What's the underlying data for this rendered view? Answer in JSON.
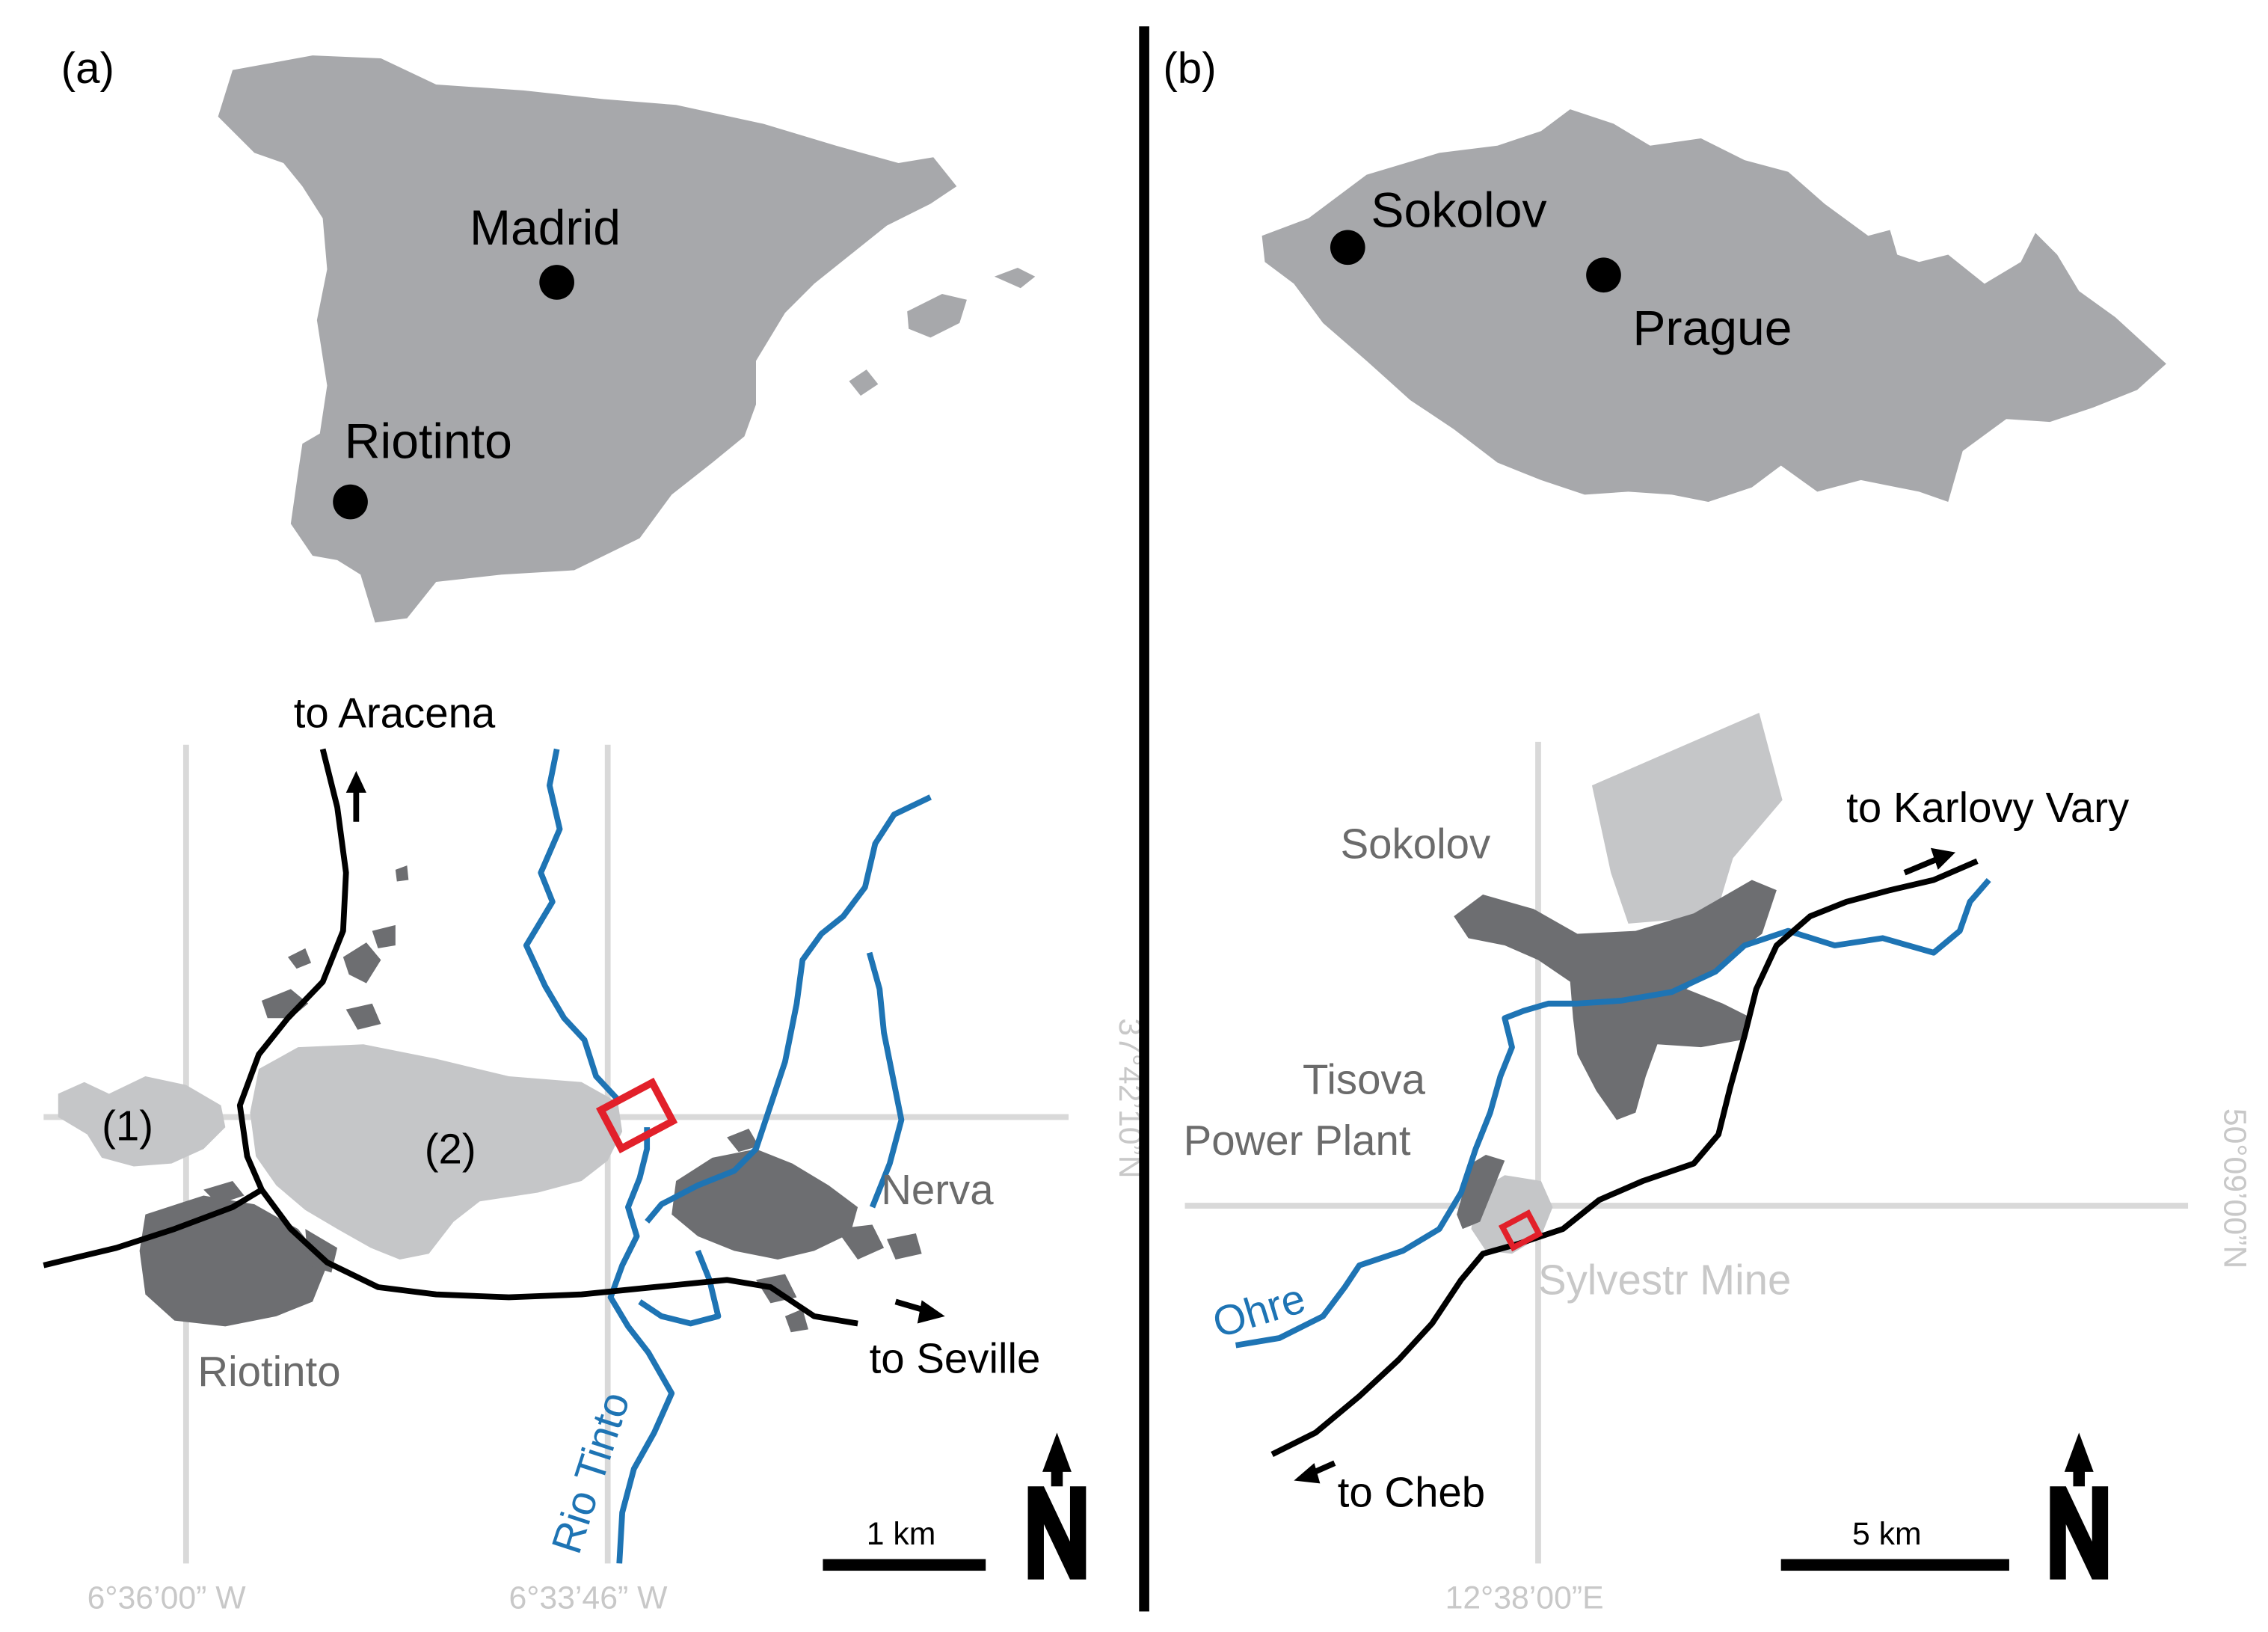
{
  "colors": {
    "land": "#a7a8ab",
    "dark_area": "#6d6e71",
    "light_area": "#c5c6c8",
    "water": "#1e74b4",
    "grid": "#d9d9d9",
    "road": "#000000",
    "study_box": "#e2202a",
    "divider": "#000000"
  },
  "panel_a": {
    "label": "(a)",
    "overview": {
      "country": "Spain",
      "cities": [
        "Madrid",
        "Riotinto"
      ]
    },
    "detail": {
      "road_labels": {
        "north": "to Aracena",
        "east": "to Seville"
      },
      "river_label": "Rio Tinto",
      "areas": {
        "one": "(1)",
        "two": "(2)"
      },
      "towns": {
        "riotinto": "Riotinto",
        "nerva": "Nerva"
      },
      "coords": {
        "lon1": "6°36’00” W",
        "lon2": "6°33’46” W",
        "lat": "37°42’10”N"
      },
      "scale_label": "1 km",
      "north_icon": "north-arrow-icon"
    }
  },
  "panel_b": {
    "label": "(b)",
    "overview": {
      "country": "Czech Republic",
      "cities": [
        "Sokolov",
        "Prague"
      ]
    },
    "detail": {
      "road_labels": {
        "northeast": "to Karlovy Vary",
        "southwest": "to Cheb"
      },
      "river_label": "Ohre",
      "town_label": "Sokolov",
      "plant_label": [
        "Tisova",
        "Power Plant"
      ],
      "mine_label": "Sylvestr Mine",
      "coords": {
        "lon": "12°38’00”E",
        "lat": "50°09’00”N"
      },
      "scale_label": "5 km",
      "north_icon": "north-arrow-icon"
    }
  }
}
